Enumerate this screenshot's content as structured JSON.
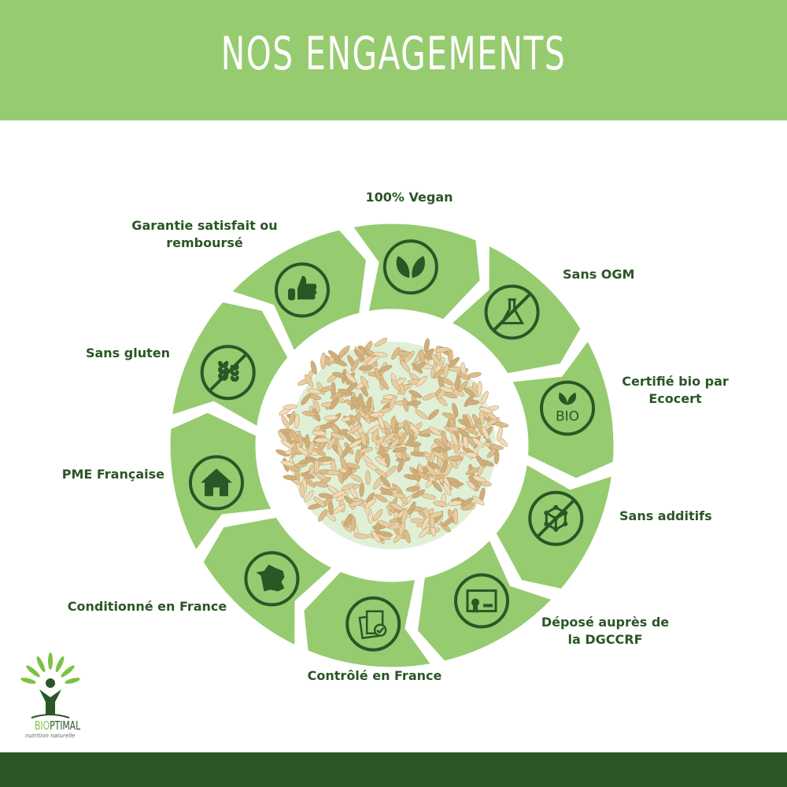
{
  "header": {
    "title": "NOS ENGAGEMENTS"
  },
  "colors": {
    "header": "#97cb70",
    "segment": "#97cb70",
    "dark": "#2b5626",
    "footer": "#2b5626",
    "rice": "#e6c99a"
  },
  "segments": [
    {
      "label": "100% Vegan",
      "icon": "leaves-icon"
    },
    {
      "label": "Sans OGM",
      "icon": "no-flask-icon"
    },
    {
      "label": "Certifié bio par Ecocert",
      "line1": "Certifié bio par",
      "line2": "Ecocert",
      "icon": "bio-leaf-icon",
      "icon_text": "BIO"
    },
    {
      "label": "Sans additifs",
      "icon": "no-molecule-icon"
    },
    {
      "label": "Déposé auprès de la DGCCRF",
      "line1": "Déposé auprès de",
      "line2": "la DGCCRF",
      "icon": "certificate-icon"
    },
    {
      "label": "Contrôlé en France",
      "icon": "clipboard-check-icon"
    },
    {
      "label": "Conditionné en France",
      "icon": "france-map-icon"
    },
    {
      "label": "PME Française",
      "icon": "house-icon"
    },
    {
      "label": "Sans gluten",
      "icon": "no-wheat-icon"
    },
    {
      "label": "Garantie satisfait ou remboursé",
      "line1": "Garantie satisfait ou",
      "line2": "remboursé",
      "icon": "thumbs-up-icon"
    }
  ],
  "logo": {
    "brand_a": "BIO",
    "brand_b": "PTIMAL",
    "tagline": "nutrition naturelle"
  }
}
